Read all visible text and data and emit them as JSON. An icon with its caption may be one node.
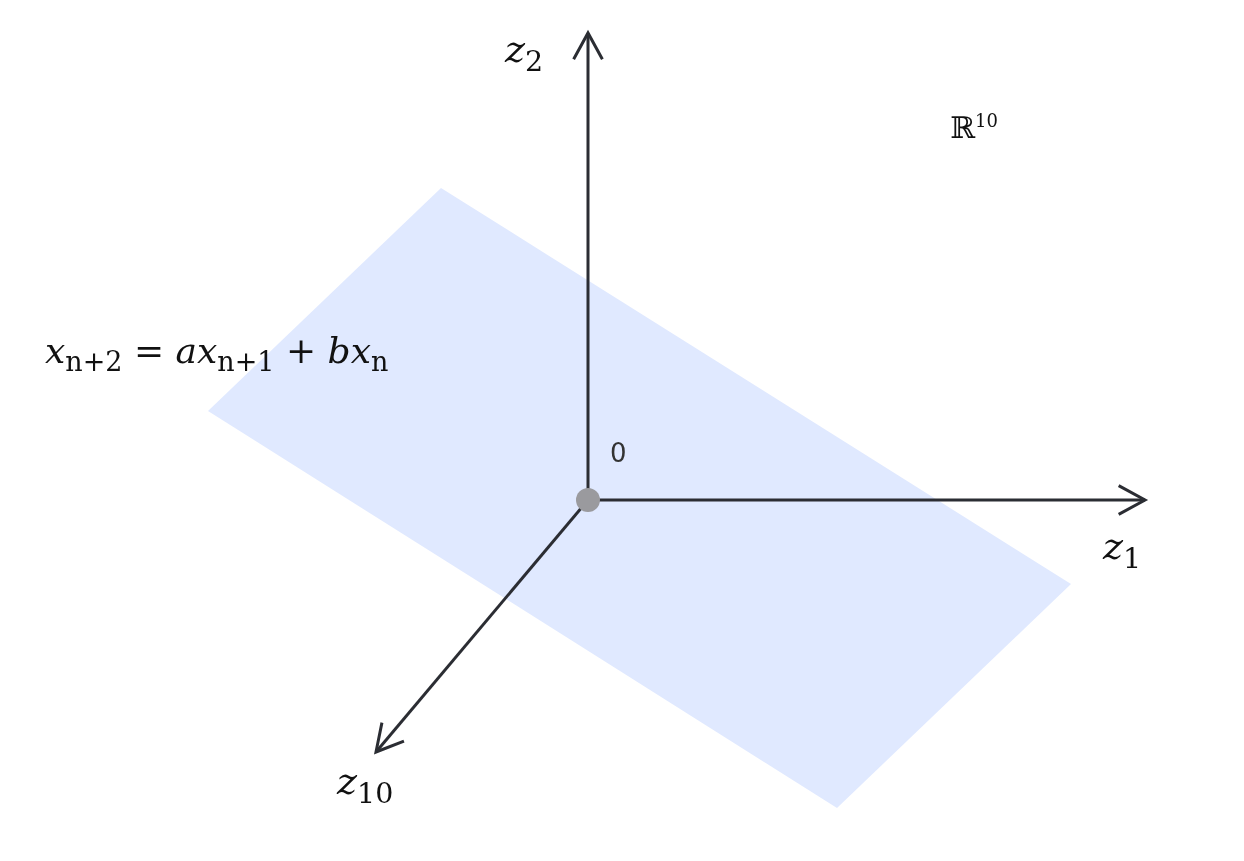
{
  "diagram": {
    "labels": [
      "*z*$_{2}$",
      "ℝ$^{10}$",
      "*x*$_{n+2}$ = *ax*$_{n+1}$ + *bx*$_{n}$",
      "0",
      "*z*$_{1}$",
      "*z*$_{10}$"
    ]
  }
}
